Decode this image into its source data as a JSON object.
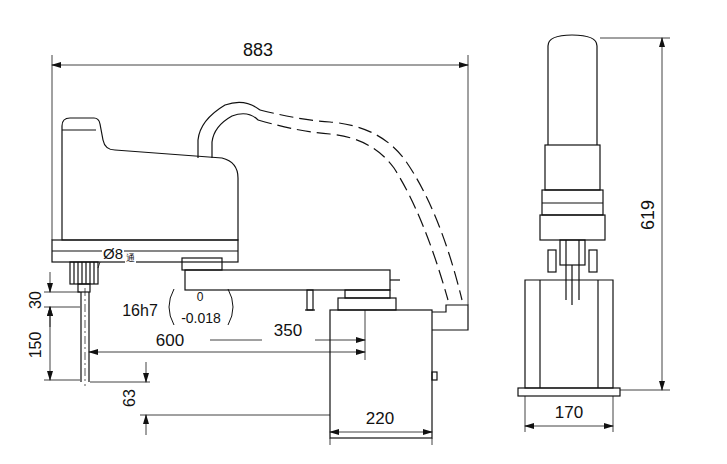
{
  "diagram": {
    "labels": [
      "883",
      "619",
      "Ø8",
      "通",
      "30",
      "16h7",
      "0",
      "-0.018",
      "150",
      "600",
      "350",
      "63",
      "220",
      "170"
    ]
  }
}
